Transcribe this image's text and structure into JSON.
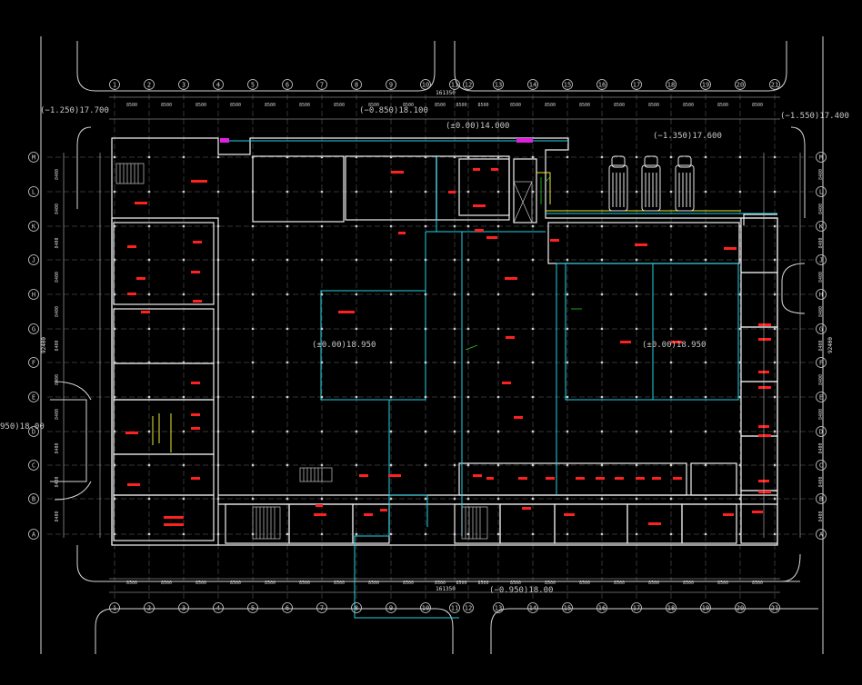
{
  "drawing": {
    "background": "#000000",
    "colors": {
      "wall": "#ffffff",
      "grid": "#9a9a9a",
      "axis": "#bfbfbf",
      "cyan": "#22d3e6",
      "red_text": "#ff2020",
      "green": "#22cc22",
      "magenta": "#e020e0",
      "yellow": "#e8e830"
    },
    "top_axes": [
      "1",
      "2",
      "3",
      "4",
      "5",
      "6",
      "7",
      "8",
      "9",
      "10",
      "11",
      "12",
      "13",
      "14",
      "15",
      "16",
      "17",
      "18",
      "19",
      "20",
      "21"
    ],
    "bottom_axes": [
      "1",
      "2",
      "3",
      "4",
      "5",
      "6",
      "7",
      "8",
      "9",
      "10",
      "11",
      "12",
      "13",
      "14",
      "15",
      "16",
      "17",
      "18",
      "19",
      "20",
      "21"
    ],
    "left_axes": [
      "M",
      "L",
      "K",
      "J",
      "H",
      "G",
      "F",
      "E",
      "D",
      "C",
      "B",
      "A"
    ],
    "right_axes": [
      "M",
      "L",
      "K",
      "J",
      "H",
      "G",
      "F",
      "E",
      "D",
      "C",
      "B",
      "A"
    ],
    "top_bay_dims": [
      "8500",
      "8500",
      "8500",
      "8500",
      "8500",
      "8500",
      "8500",
      "8500",
      "8500",
      "8500",
      "8500",
      "8500",
      "8500",
      "8500",
      "8500",
      "8500",
      "8500",
      "8500",
      "8500",
      "8500"
    ],
    "bottom_bay_dims": [
      "8500",
      "8500",
      "8500",
      "8500",
      "8500",
      "8500",
      "8500",
      "8500",
      "8500",
      "8500",
      "8500",
      "8500",
      "8500",
      "8500",
      "8500",
      "8500",
      "8500",
      "8500",
      "8500",
      "8500"
    ],
    "left_bay_dims": [
      "8400",
      "8400",
      "8400",
      "8400",
      "8400",
      "8400",
      "8400",
      "8400",
      "8400",
      "8400",
      "8400"
    ],
    "right_bay_dims": [
      "8400",
      "8400",
      "8400",
      "8400",
      "8400",
      "8400",
      "8400",
      "8400",
      "8400",
      "8400",
      "8400"
    ],
    "total_dim_top": "161350",
    "total_dim_bottom": "161350",
    "total_dim_left": "92400",
    "total_dim_right": "92400",
    "levels": {
      "tl": "(−1.250)17.700",
      "tc": "(−0.850)18.100",
      "tc2": "(±0.00)14.000",
      "tr_inner": "(−1.350)17.600",
      "tr": "(−1.550)17.400",
      "left": "950)18.00",
      "mid_left": "(±0.00)18.950",
      "mid_right": "(±0.00)18.950",
      "bottom": "(−0.950)18.00"
    }
  }
}
